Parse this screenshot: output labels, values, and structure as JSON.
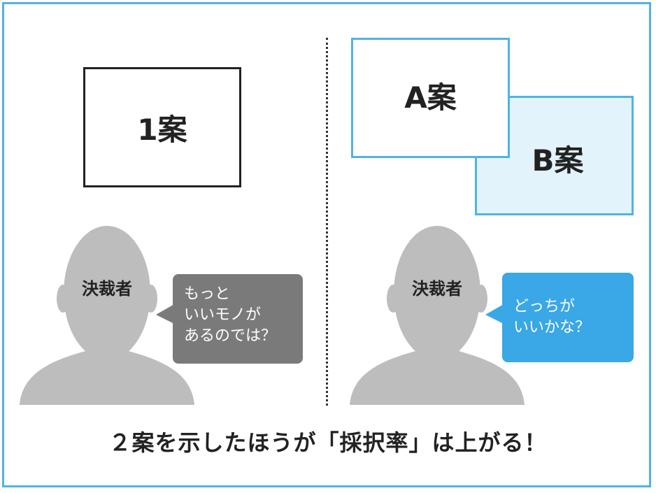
{
  "left_panel": {
    "proposal_label": "1案",
    "person_label": "決裁者",
    "bubble_lines": [
      "もっと",
      "いいモノが",
      "あるのでは？"
    ]
  },
  "right_panel": {
    "proposal_a_label": "A案",
    "proposal_b_label": "B案",
    "person_label": "決裁者",
    "bubble_lines": [
      "どっちが",
      "いいかな？"
    ]
  },
  "caption": "２案を示したほうが「採択率」は上がる！",
  "colors": {
    "accent_blue": "#4fb3e6",
    "bubble_gray": "#7a7a7a",
    "bubble_blue": "#3aa7e6",
    "person_gray": "#bdbdbd",
    "light_blue_fill": "#e2f3fb"
  }
}
